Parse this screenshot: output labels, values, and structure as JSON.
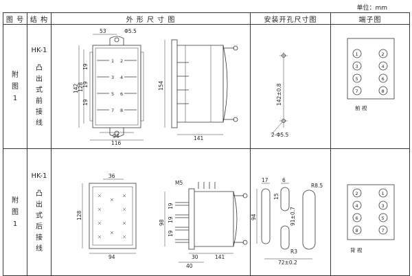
{
  "unit_label": "单位：mm",
  "headers": {
    "fig_no": "图 号",
    "structure": "结 构",
    "outer": "外 形 尺 寸 图",
    "mount": "安装开孔尺寸图",
    "terminal": "端子图"
  },
  "rows": [
    {
      "fig": [
        "附",
        "图",
        "1"
      ],
      "code": "HK-1",
      "desc": [
        "凸",
        "出",
        "式",
        "前",
        "接",
        "线"
      ],
      "outer_dims": {
        "w_top": "53",
        "hole": "Φ5.5",
        "h1": "142",
        "h2": "128",
        "p1": "19",
        "p2": "19",
        "p3": "19",
        "w_inner": "94",
        "w_total": "116",
        "h_side": "154",
        "depth": "141",
        "pins_left": [
          "1",
          "3",
          "5",
          "7"
        ],
        "pins_right": [
          "2",
          "4",
          "6",
          "8"
        ]
      },
      "mount_dims": {
        "spacing": "142±0.8",
        "holes": "2-Φ5.5"
      },
      "terminals": [
        "1",
        "2",
        "3",
        "4",
        "5",
        "6",
        "7",
        "8"
      ],
      "view_label": "前 视"
    },
    {
      "fig": [
        "附",
        "图",
        "1"
      ],
      "code": "HK-1",
      "desc": [
        "凸",
        "出",
        "式",
        "后",
        "接",
        "线"
      ],
      "outer_dims": {
        "w_top": "36",
        "h": "128",
        "w": "94",
        "screw": "M5",
        "h_side": "98",
        "p1": "19",
        "p2": "19",
        "p3": "19",
        "d1": "30",
        "d2": "40",
        "depth": "141"
      },
      "mount_dims": {
        "w1": "17",
        "w2": "6",
        "r1": "R8.5",
        "h": "94",
        "s1": "15",
        "s2": "91±0.7",
        "r2": "R3",
        "w_total": "72±0.2"
      },
      "terminals": [
        "2",
        "1",
        "4",
        "3",
        "6",
        "5",
        "8",
        "7"
      ],
      "view_label": "背 视"
    }
  ]
}
